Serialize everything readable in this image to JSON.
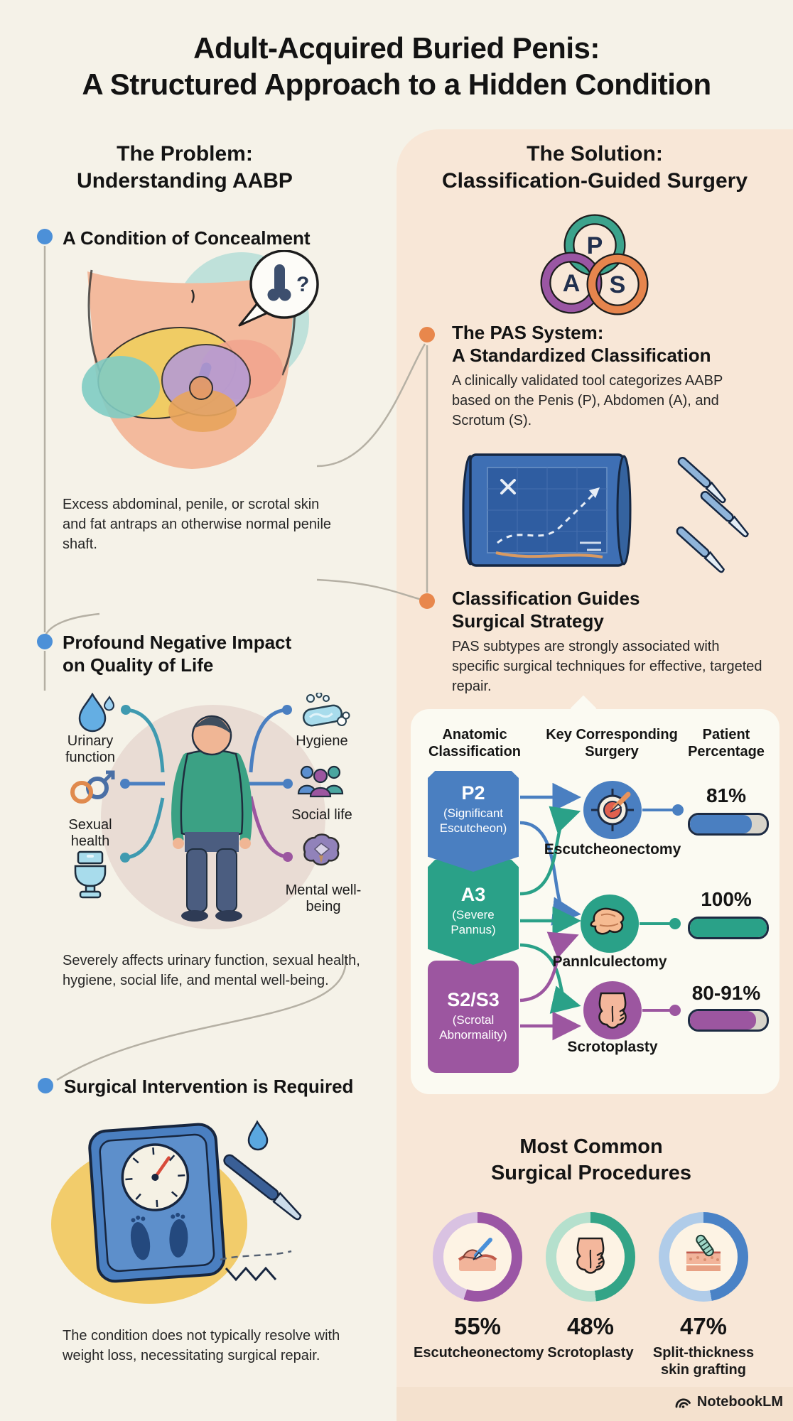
{
  "title": {
    "line1": "Adult-Acquired Buried Penis:",
    "line2": "A Structured Approach to a Hidden Condition"
  },
  "problem": {
    "header_line1": "The Problem:",
    "header_line2": "Understanding AABP",
    "concealment": {
      "heading": "A Condition of Concealment",
      "body": "Excess abdominal, penile, or scrotal skin and fat antraps an otherwise normal penile shaft.",
      "bubble_mark": "?"
    },
    "impact": {
      "heading_line1": "Profound Negative Impact",
      "heading_line2": "on Quality of Life",
      "labels": {
        "urinary": "Urinary function",
        "sexual": "Sexual health",
        "hygiene": "Hygiene",
        "social": "Social life",
        "mental": "Mental well-being"
      },
      "body": "Severely affects urinary function, sexual health, hygiene, social life, and mental well-being."
    },
    "surgery": {
      "heading": "Surgical Intervention is Required",
      "body": "The condition does not typically resolve with weight loss, necessitating surgical repair."
    }
  },
  "solution": {
    "header_line1": "The Solution:",
    "header_line2": "Classification-Guided Surgery",
    "pas": {
      "p": "P",
      "a": "A",
      "s": "S"
    },
    "pas_system": {
      "heading_line1": "The PAS System:",
      "heading_line2": "A Standardized Classification",
      "body": "A clinically validated tool categorizes AABP based on the Penis (P), Abdomen (A), and Scrotum (S)."
    },
    "strategy": {
      "heading_line1": "Classification Guides",
      "heading_line2": "Surgical Strategy",
      "body": "PAS subtypes are strongly associated with specific surgical techniques for effective, targeted repair."
    },
    "table": {
      "col1": "Anatomic Classification",
      "col2": "Key Corresponding Surgery",
      "col3": "Patient Percentage",
      "rows": [
        {
          "code": "P2",
          "detail": "(Significant Escutcheon)",
          "surgery": "Escutcheonectomy",
          "percent": "81%",
          "fill": 81,
          "color": "#4a7fc1"
        },
        {
          "code": "A3",
          "detail": "(Severe Pannus)",
          "surgery": "Pannlculectomy",
          "percent": "100%",
          "fill": 100,
          "color": "#2aa188"
        },
        {
          "code": "S2/S3",
          "detail": "(Scrotal Abnormality)",
          "surgery": "Scrotoplasty",
          "percent": "80-91%",
          "fill": 86,
          "color": "#9c56a0"
        }
      ]
    },
    "procedures": {
      "heading_line1": "Most Common",
      "heading_line2": "Surgical Procedures",
      "donuts": [
        {
          "percent": "55%",
          "value": 55,
          "label": "Escutcheonectomy",
          "color_dark": "#9b56a5",
          "color_light": "#d9c2e2"
        },
        {
          "percent": "48%",
          "value": 48,
          "label": "Scrotoplasty",
          "color_dark": "#33a487",
          "color_light": "#b5e0cd"
        },
        {
          "percent": "47%",
          "value": 47,
          "label": "Split-thickness skin grafting",
          "color_dark": "#4a82c6",
          "color_light": "#b0cce9"
        }
      ]
    }
  },
  "footer": {
    "brand": "NotebookLM"
  },
  "chart_data": [
    {
      "type": "table",
      "title": "PAS classification to surgery mapping",
      "columns": [
        "Anatomic Classification",
        "Key Corresponding Surgery",
        "Patient Percentage"
      ],
      "rows": [
        [
          "P2 (Significant Escutcheon)",
          "Escutcheonectomy",
          "81%"
        ],
        [
          "A3 (Severe Pannus)",
          "Pannlculectomy",
          "100%"
        ],
        [
          "S2/S3 (Scrotal Abnormality)",
          "Scrotoplasty",
          "80-91%"
        ]
      ]
    },
    {
      "type": "pie",
      "title": "Most Common Surgical Procedures",
      "categories": [
        "Escutcheonectomy",
        "Scrotoplasty",
        "Split-thickness skin grafting"
      ],
      "values": [
        55,
        48,
        47
      ],
      "unit": "%"
    }
  ]
}
